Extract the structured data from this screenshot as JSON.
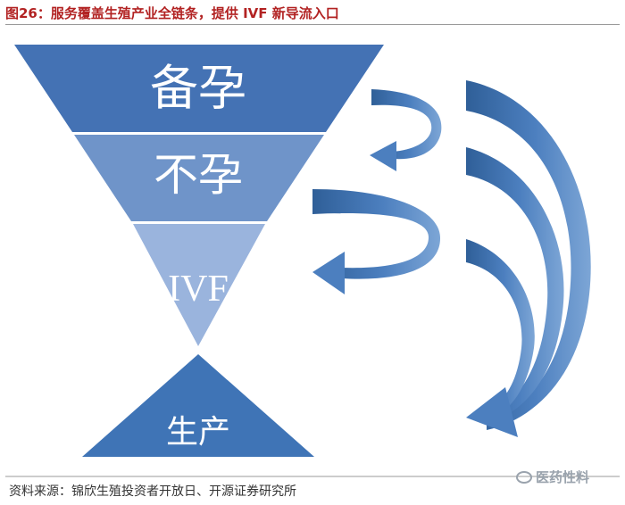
{
  "figure": {
    "title": "图26：服务覆盖生殖产业全链条，提供 IVF 新导流入口",
    "source": "资料来源：锦欣生殖投资者开放日、开源证券研究所"
  },
  "diagram": {
    "funnel_levels": [
      {
        "label": "备孕",
        "color": "#4472b4"
      },
      {
        "label": "不孕",
        "color": "#6f94c9"
      },
      {
        "label": "IVF",
        "color": "#9ab4dd"
      }
    ],
    "base": {
      "label": "生产",
      "color": "#3f74b6"
    },
    "arrow_color": "#3f6fa8",
    "arrow_light": "#7da6d6"
  },
  "watermark": {
    "text": "医药性料"
  }
}
